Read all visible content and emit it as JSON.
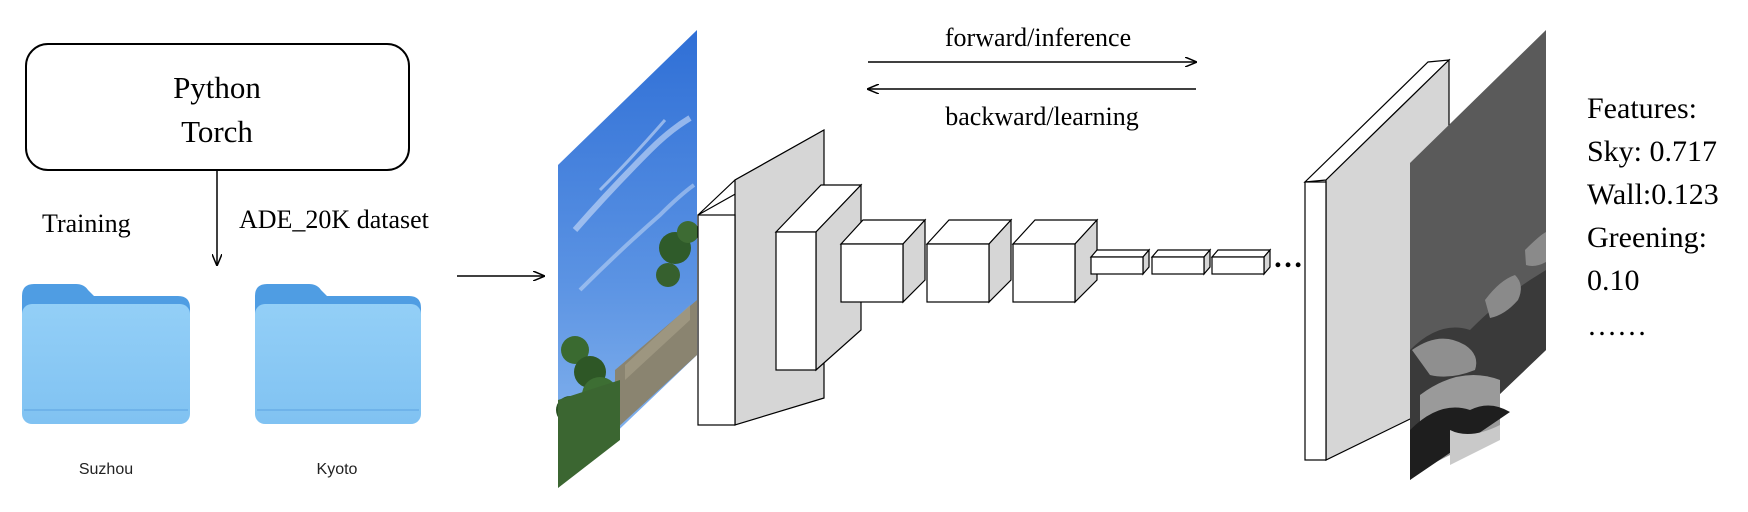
{
  "framework_box": {
    "line1": "Python",
    "line2": "Torch"
  },
  "training_label": "Training",
  "dataset_label": "ADE_20K dataset",
  "folders": [
    {
      "label": "Suzhou",
      "icon": "folder-icon",
      "color": "#8DCBF5"
    },
    {
      "label": "Kyoto",
      "icon": "folder-icon",
      "color": "#8DCBF5"
    }
  ],
  "arrows": {
    "forward": "forward/inference",
    "backward": "backward/learning"
  },
  "ellipsis": "…",
  "features": {
    "lines": [
      "Features:",
      "Sky: 0.717",
      "Wall:0.123",
      "Greening:",
      "0.10",
      "……"
    ]
  },
  "colors": {
    "sky_top": "#2f6fd6",
    "sky_bottom": "#7fb0ee",
    "block_front": "#ffffff",
    "block_side": "#d6d6d6",
    "seg_sky": "#5a5a5a",
    "seg_wall": "#3a3a3a",
    "seg_green": "#9a9a9a"
  }
}
